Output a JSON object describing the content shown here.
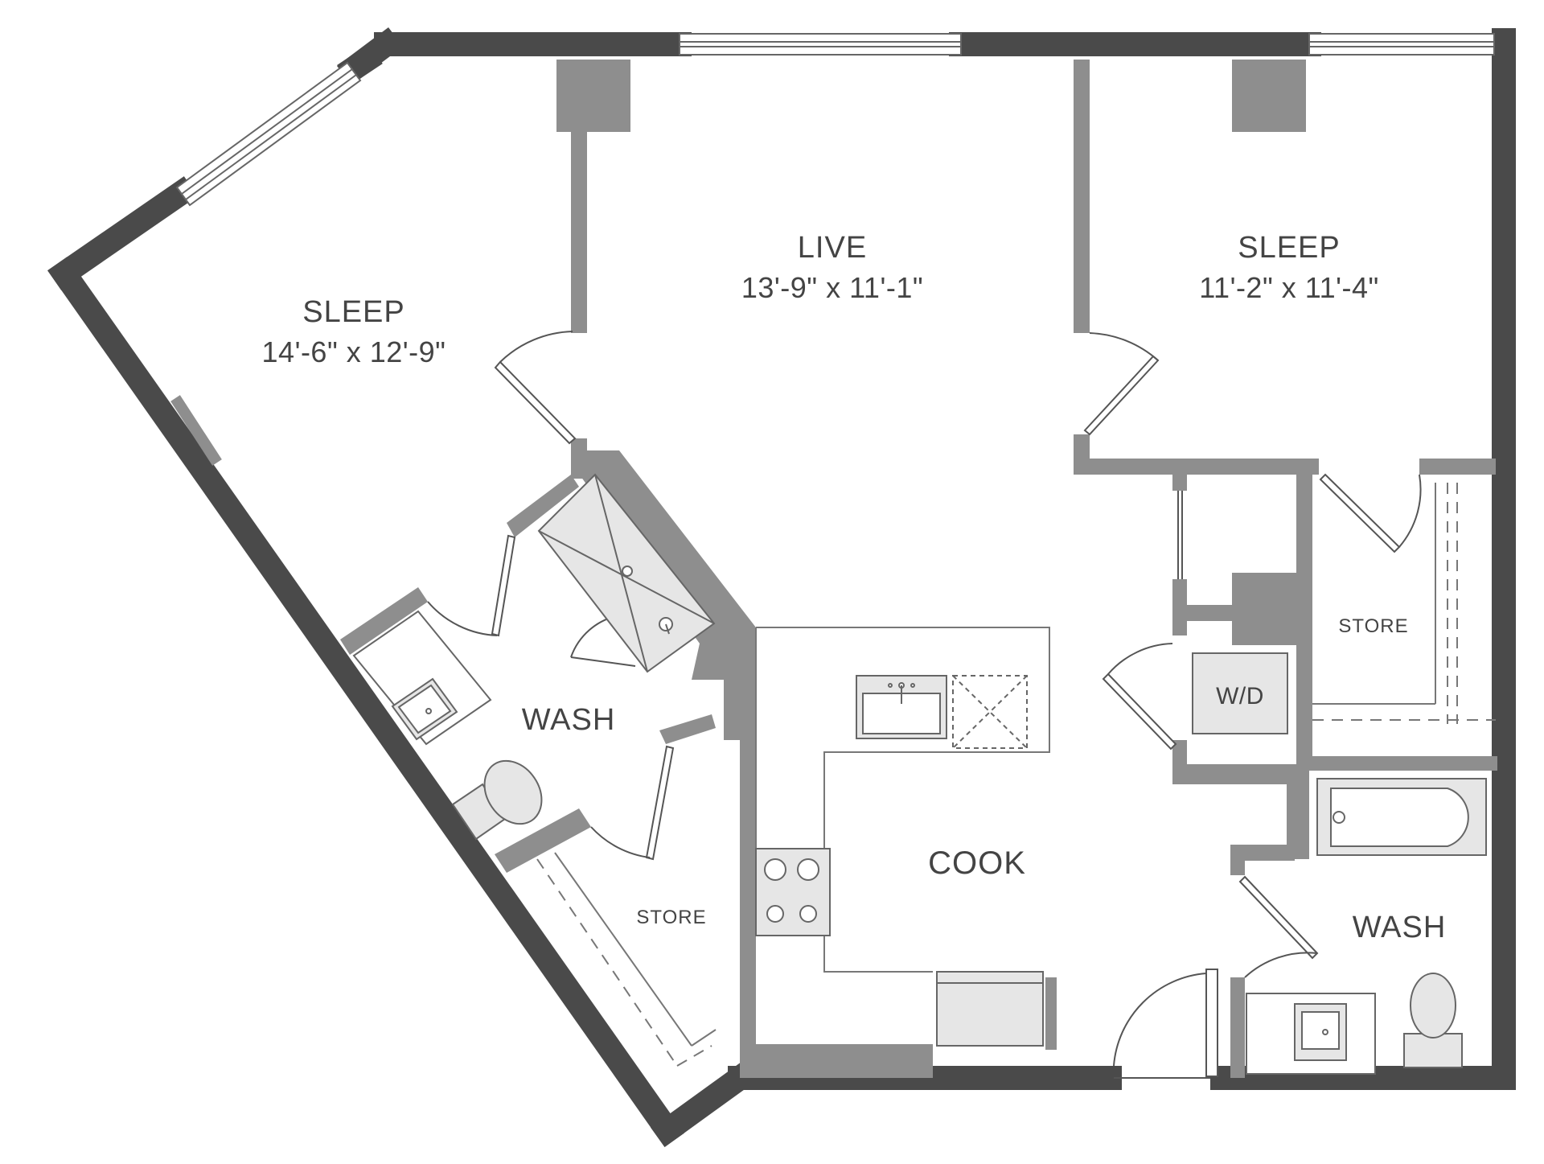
{
  "rooms": {
    "sleep_left": {
      "name": "SLEEP",
      "dims": "14'-6\" x 12'-9\""
    },
    "live": {
      "name": "LIVE",
      "dims": "13'-9\" x 11'-1\""
    },
    "sleep_right": {
      "name": "SLEEP",
      "dims": "11'-2\" x 11'-4\""
    },
    "wash_left": {
      "name": "WASH"
    },
    "store_left": {
      "name": "STORE"
    },
    "cook": {
      "name": "COOK"
    },
    "store_right": {
      "name": "STORE"
    },
    "laundry": {
      "name": "W/D"
    },
    "wash_right": {
      "name": "WASH"
    }
  },
  "colors": {
    "exterior_wall": "#4a4a4a",
    "interior_wall": "#8e8e8e",
    "fixture": "#e6e6e6",
    "line": "#555555"
  }
}
